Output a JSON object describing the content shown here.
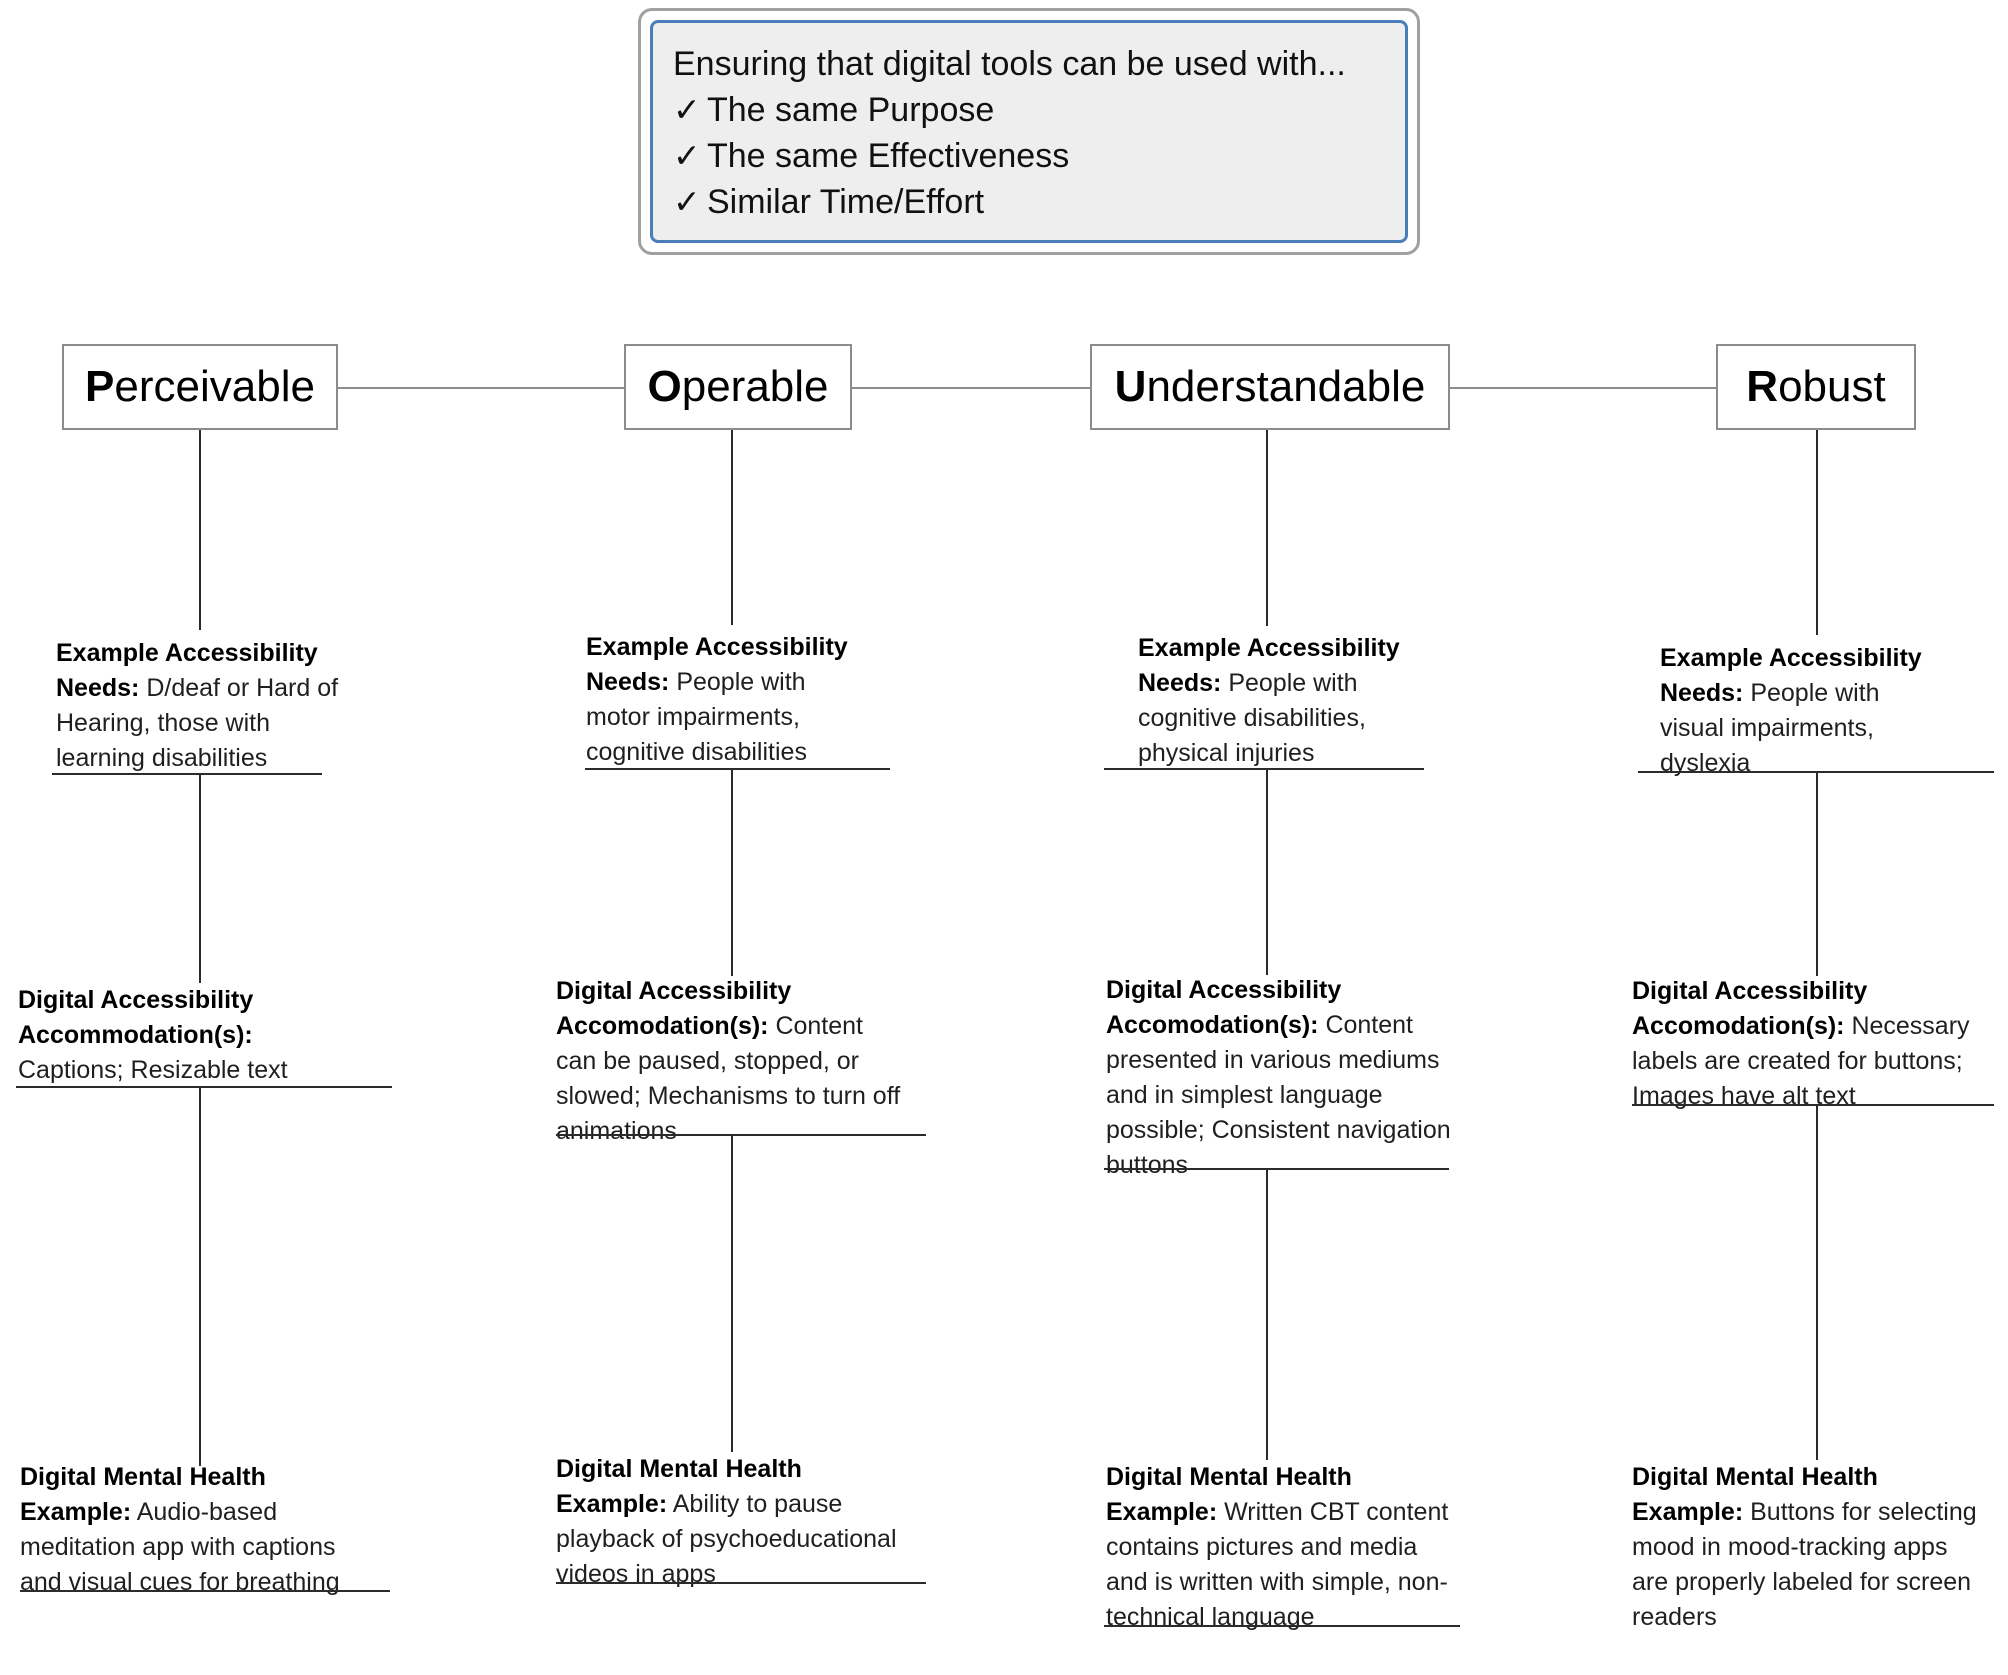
{
  "callout": {
    "title": "Ensuring that digital tools can be used with...",
    "checkmark_icon": "✓",
    "items": [
      "The same Purpose",
      "The same Effectiveness",
      "Similar Time/Effort"
    ]
  },
  "colors": {
    "callout_border_outer": "#a0a0a0",
    "callout_border_inner": "#4a7ebb",
    "callout_fill": "#eeeeee",
    "box_border": "#8c8c8c",
    "line": "#2b2b2b",
    "text": "#1f1f1f"
  },
  "labels": {
    "needs_label": "Example Accessibility Needs:",
    "accommodation_label_c1": "Digital Accessibility Accommodation(s):",
    "accommodation_label": "Digital Accessibility Accomodation(s):",
    "example_label": "Digital Mental Health Example:"
  },
  "columns": [
    {
      "principle_lead": "P",
      "principle_rest": "erceivable",
      "principle_full": "Perceivable",
      "needs_label_l1": "Example Accessibility",
      "needs_label_l2": "Needs:",
      "needs_text": " D/deaf or Hard of Hearing, those with learning disabilities",
      "accommodation_label_l1": "Digital Accessibility",
      "accommodation_label_l2": "Accommodation(s):",
      "accommodation_text": " Captions; Resizable text",
      "example_label_l1": "Digital Mental Health",
      "example_label_l2": "Example:",
      "example_text": " Audio-based meditation app with captions and visual cues for breathing"
    },
    {
      "principle_lead": "O",
      "principle_rest": "perable",
      "principle_full": "Operable",
      "needs_label_l1": "Example Accessibility",
      "needs_label_l2": "Needs:",
      "needs_text": " People with motor impairments, cognitive disabilities",
      "accommodation_label_l1": "Digital Accessibility",
      "accommodation_label_l2": "Accomodation(s):",
      "accommodation_text": " Content can be paused, stopped, or slowed; Mechanisms to turn off animations",
      "example_label_l1": "Digital Mental Health",
      "example_label_l2": "Example:",
      "example_text": " Ability to pause playback of psychoeducational videos in apps"
    },
    {
      "principle_lead": "U",
      "principle_rest": "nderstandable",
      "principle_full": "Understandable",
      "needs_label_l1": "Example Accessibility",
      "needs_label_l2": "Needs:",
      "needs_text": " People with cognitive disabilities, physical injuries",
      "accommodation_label_l1": "Digital Accessibility",
      "accommodation_label_l2": "Accomodation(s):",
      "accommodation_text": " Content presented in various mediums and in simplest language possible; Consistent navigation buttons",
      "example_label_l1": "Digital Mental Health",
      "example_label_l2": "Example:",
      "example_text": " Written CBT content contains pictures and media and is written with simple, non-technical language"
    },
    {
      "principle_lead": "R",
      "principle_rest": "obust",
      "principle_full": "Robust",
      "needs_label_l1": "Example Accessibility",
      "needs_label_l2": "Needs:",
      "needs_text": " People with visual impairments, dyslexia",
      "accommodation_label_l1": "Digital Accessibility",
      "accommodation_label_l2": "Accomodation(s):",
      "accommodation_text": " Necessary labels are created for buttons; Images have alt text",
      "example_label_l1": "Digital Mental Health",
      "example_label_l2": "Example:",
      "example_text": " Buttons for selecting mood in mood-tracking apps are properly labeled for screen readers"
    }
  ]
}
